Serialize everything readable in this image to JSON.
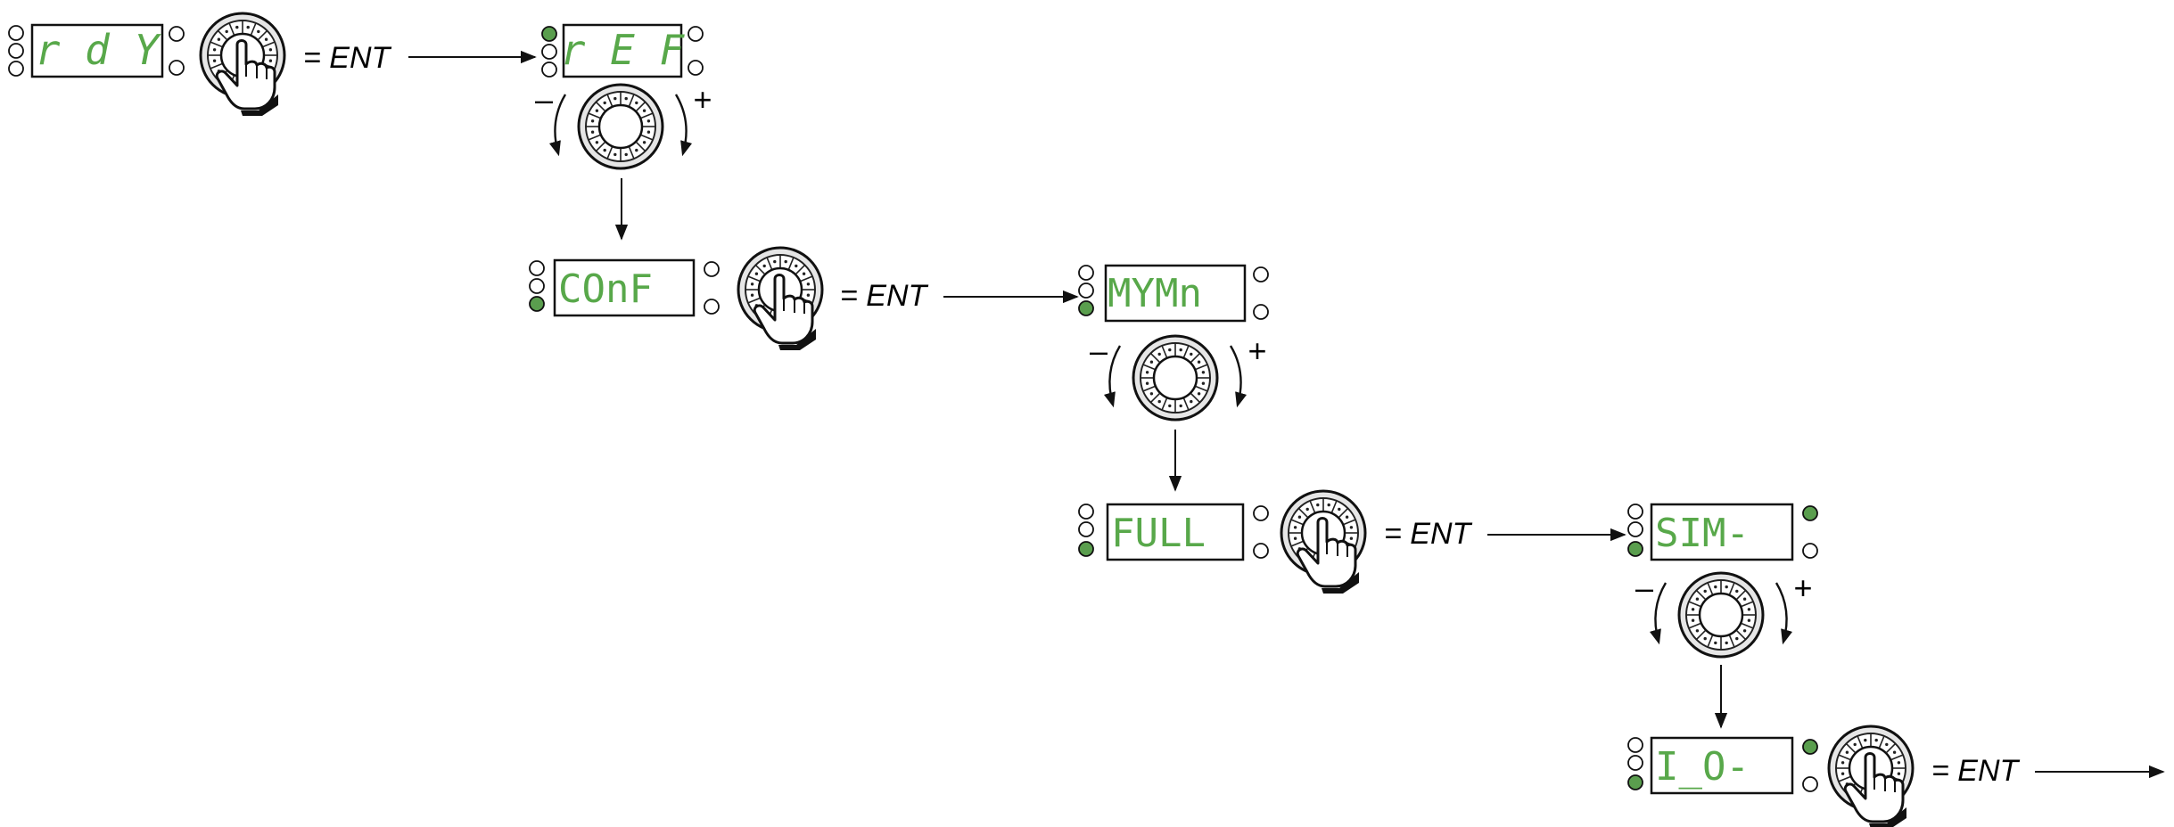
{
  "colors": {
    "led_on": "#5a9e4e",
    "lcd_text": "#58a84a",
    "stroke": "#111111"
  },
  "icons": {
    "jog_dial": "jog-dial-icon",
    "press": "pointing-hand-icon",
    "turn_minus": "curved-arrow-minus-icon",
    "turn_plus": "curved-arrow-plus-icon"
  },
  "equals_ent": "= ENT",
  "minus_sign": "–",
  "plus_sign": "+",
  "screens": [
    {
      "id": "rdy",
      "text": "r d Y",
      "seven_segment": true,
      "leds_left": [
        false,
        false,
        false
      ],
      "leds_right": [
        false,
        false
      ]
    },
    {
      "id": "ref",
      "text": "r E F",
      "seven_segment": true,
      "leds_left": [
        true,
        false,
        false
      ],
      "leds_right": [
        false,
        false
      ]
    },
    {
      "id": "conf",
      "text": "COnF",
      "seven_segment": false,
      "leds_left": [
        false,
        false,
        true
      ],
      "leds_right": [
        false,
        false
      ]
    },
    {
      "id": "mymn",
      "text": "MYMn",
      "seven_segment": false,
      "leds_left": [
        false,
        false,
        true
      ],
      "leds_right": [
        false,
        false
      ]
    },
    {
      "id": "full",
      "text": "FULL",
      "seven_segment": false,
      "leds_left": [
        false,
        false,
        true
      ],
      "leds_right": [
        false,
        false
      ]
    },
    {
      "id": "sim",
      "text": "SIM-",
      "seven_segment": false,
      "leds_left": [
        false,
        false,
        true
      ],
      "leds_right": [
        true,
        false
      ]
    },
    {
      "id": "io",
      "text": "I_O-",
      "seven_segment": false,
      "leds_left": [
        false,
        false,
        true
      ],
      "leds_right": [
        true,
        false
      ]
    }
  ]
}
